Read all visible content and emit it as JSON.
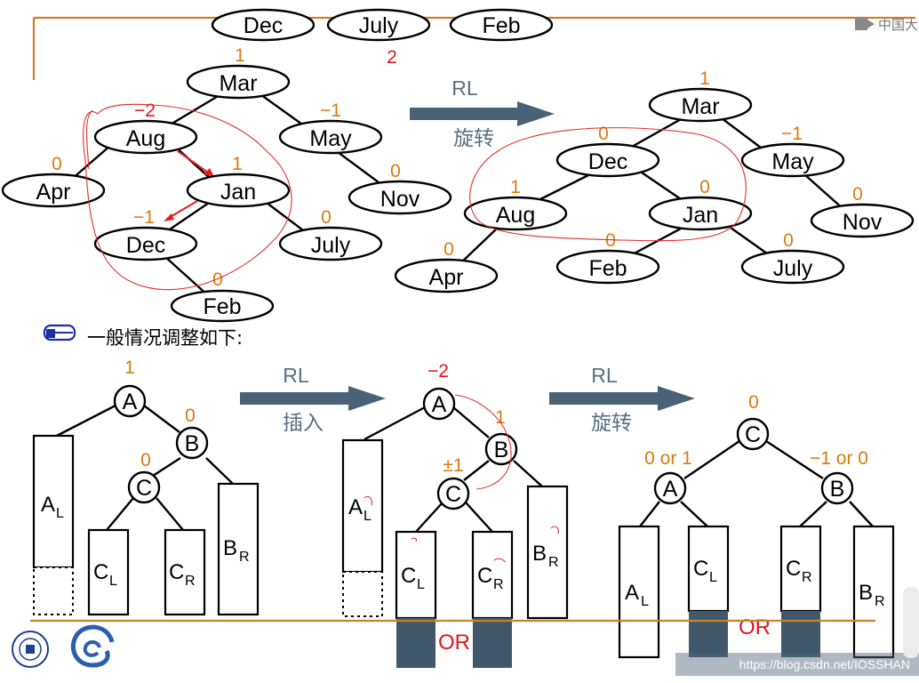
{
  "queue_labels": [
    "Dec",
    "July",
    "Feb"
  ],
  "queue_number": "2",
  "brand_text": "中国大",
  "tree_before": {
    "nodes": [
      {
        "label": "Mar",
        "balance": "1"
      },
      {
        "label": "Aug",
        "balance": "−2"
      },
      {
        "label": "May",
        "balance": "−1"
      },
      {
        "label": "Apr",
        "balance": "0"
      },
      {
        "label": "Jan",
        "balance": "1"
      },
      {
        "label": "Nov",
        "balance": "0"
      },
      {
        "label": "Dec",
        "balance": "−1"
      },
      {
        "label": "July",
        "balance": "0"
      },
      {
        "label": "Feb",
        "balance": "0"
      }
    ]
  },
  "arrow_top": {
    "label": "RL",
    "sublabel": "旋转"
  },
  "tree_after": {
    "nodes": [
      {
        "label": "Mar",
        "balance": "1"
      },
      {
        "label": "Dec",
        "balance": "0"
      },
      {
        "label": "May",
        "balance": "−1"
      },
      {
        "label": "Aug",
        "balance": "1"
      },
      {
        "label": "Jan",
        "balance": "0"
      },
      {
        "label": "Nov",
        "balance": "0"
      },
      {
        "label": "Apr",
        "balance": "0"
      },
      {
        "label": "Feb",
        "balance": "0"
      },
      {
        "label": "July",
        "balance": "0"
      }
    ]
  },
  "general_note": "一般情况调整如下:",
  "arrow_insert": {
    "label": "RL",
    "sublabel": "插入"
  },
  "arrow_rotate": {
    "label": "RL",
    "sublabel": "旋转"
  },
  "general_before": {
    "balances": {
      "A": "1",
      "B": "0",
      "C": "0"
    },
    "subtrees": [
      {
        "main": "A",
        "sub": "L"
      },
      {
        "main": "C",
        "sub": "L"
      },
      {
        "main": "C",
        "sub": "R"
      },
      {
        "main": "B",
        "sub": "R"
      }
    ]
  },
  "general_inserted": {
    "balances": {
      "A": "−2",
      "B": "1",
      "C": "±1"
    },
    "subtrees": [
      {
        "main": "A",
        "sub": "L"
      },
      {
        "main": "C",
        "sub": "L"
      },
      {
        "main": "C",
        "sub": "R"
      },
      {
        "main": "B",
        "sub": "R"
      }
    ],
    "or_text": "OR"
  },
  "general_after": {
    "balances": {
      "C": "0",
      "A": "0 or 1",
      "B": "−1 or 0"
    },
    "subtrees": [
      {
        "main": "A",
        "sub": "L"
      },
      {
        "main": "C",
        "sub": "L"
      },
      {
        "main": "C",
        "sub": "R"
      },
      {
        "main": "B",
        "sub": "R"
      }
    ],
    "or_text": "OR"
  },
  "node_names": [
    "A",
    "B",
    "C"
  ],
  "watermark": "https://blog.csdn.net/IOSSHAN"
}
